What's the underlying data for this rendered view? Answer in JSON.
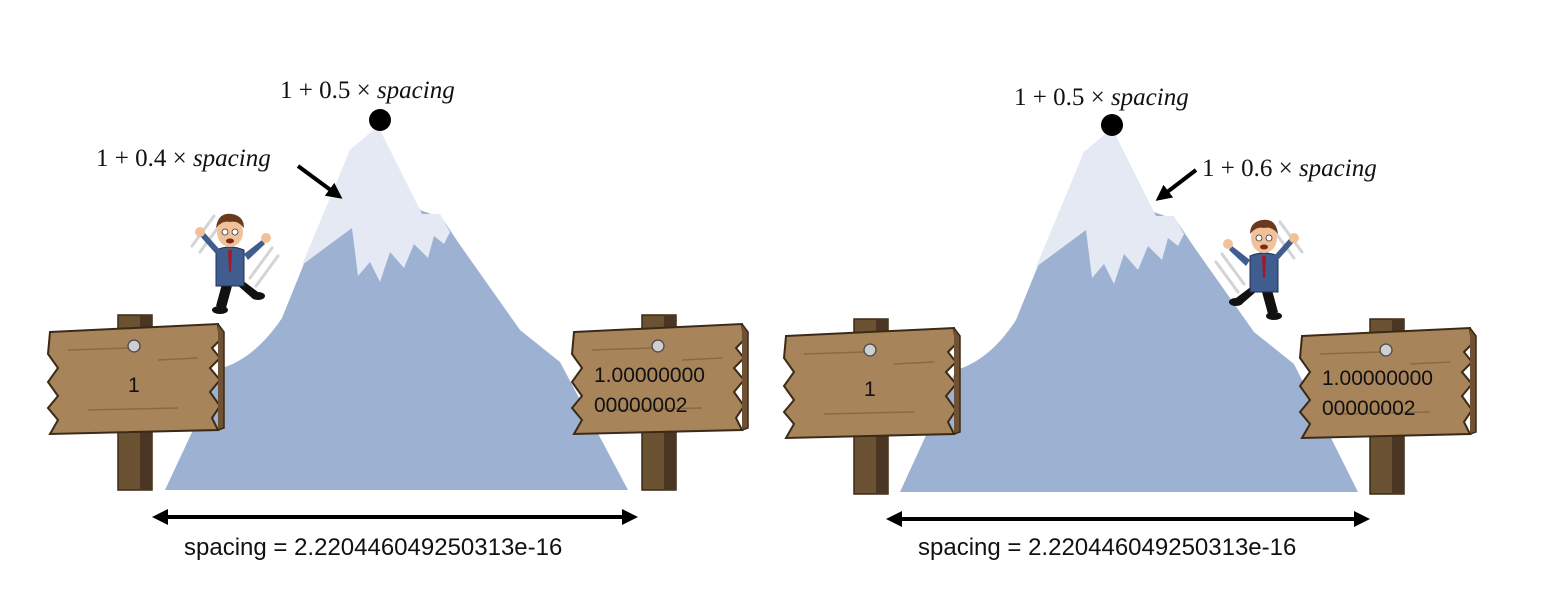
{
  "panels": [
    {
      "peak_label": {
        "prefix": "1 + 0.5 × ",
        "var": "spacing"
      },
      "side_label": {
        "prefix": "1 + 0.4 × ",
        "var": "spacing"
      },
      "left_sign": "1",
      "right_sign": [
        "1.00000000",
        "00000002"
      ],
      "spacing_label": "spacing = 2.220446049250313e-16"
    },
    {
      "peak_label": {
        "prefix": "1 + 0.5 × ",
        "var": "spacing"
      },
      "side_label": {
        "prefix": "1 + 0.6 × ",
        "var": "spacing"
      },
      "left_sign": "1",
      "right_sign": [
        "1.00000000",
        "00000002"
      ],
      "spacing_label": "spacing = 2.220446049250313e-16"
    }
  ],
  "colors": {
    "mountain": "#9db1d3",
    "snow": "#e4e9f3",
    "wood": "#a8845a",
    "wood_dark": "#5a4128",
    "post": "#6b5233",
    "suit": "#3f5d8f"
  },
  "icons": [
    "mountain",
    "snow-cap",
    "peak-dot",
    "wooden-sign",
    "falling-man-emoji",
    "pointer-arrow",
    "double-headed-arrow"
  ]
}
